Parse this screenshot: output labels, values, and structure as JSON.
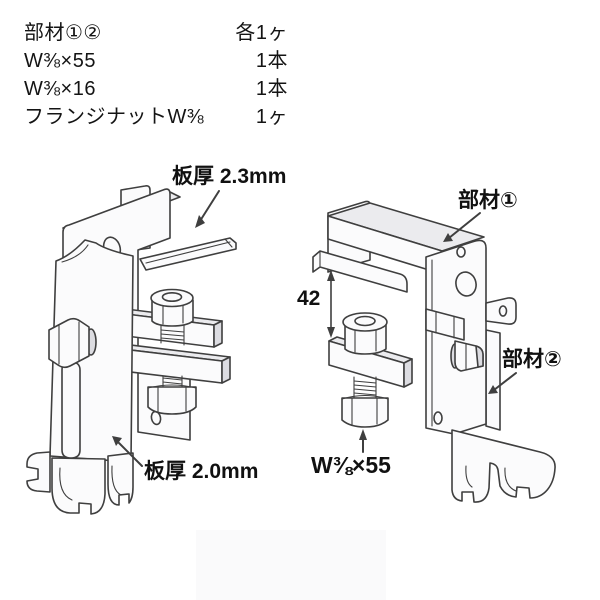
{
  "parts_list": {
    "rows": [
      {
        "item": "部材①②",
        "qty": "各1ヶ"
      },
      {
        "item": "W⅜×55",
        "qty": "1本"
      },
      {
        "item": "W⅜×16",
        "qty": "1本"
      },
      {
        "item": "フランジナットW⅜",
        "qty": "1ヶ"
      }
    ]
  },
  "labels": {
    "thickness_top": "板厚 2.3mm",
    "thickness_bottom": "板厚 2.0mm",
    "part1": "部材①",
    "part2": "部材②",
    "dimension_throat": "42",
    "bolt": "W⅜×55"
  },
  "colors": {
    "line": "#3f3f3f",
    "face_white": "#fbfbfc",
    "face_light": "#ebebee",
    "face_shade": "#dcdce1",
    "background": "#ffffff"
  }
}
